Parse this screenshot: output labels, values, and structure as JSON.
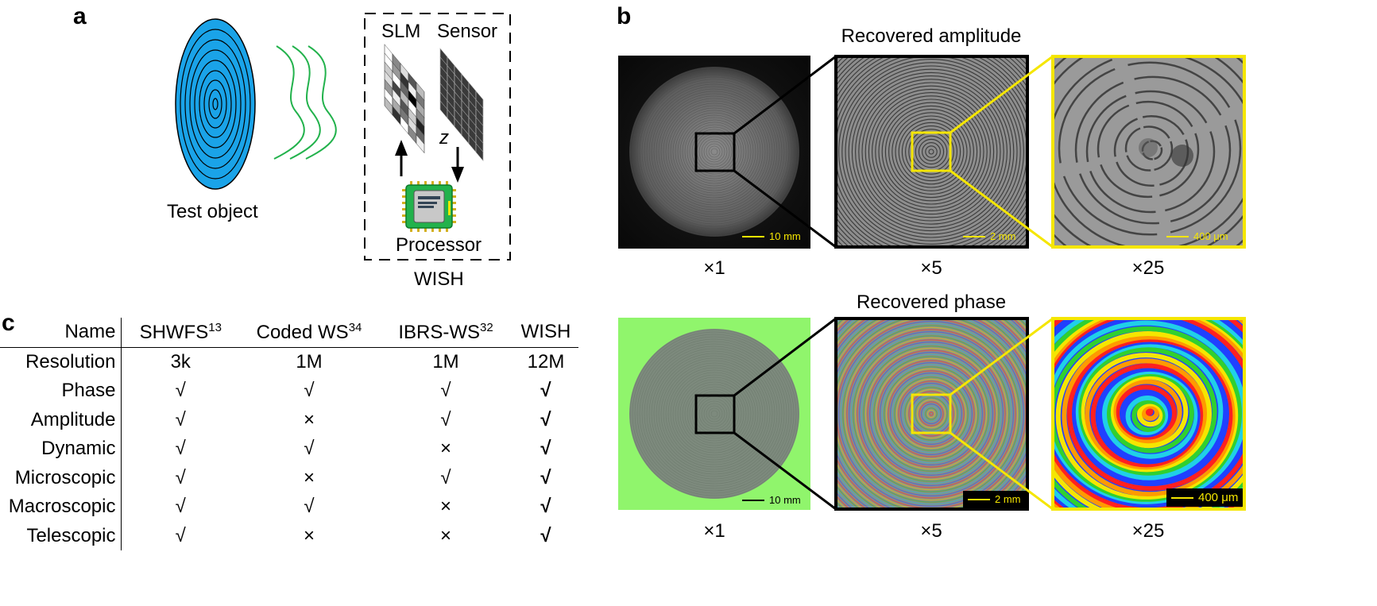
{
  "panel_a": {
    "letter": "a",
    "test_object_label": "Test object",
    "slm_label": "SLM",
    "sensor_label": "Sensor",
    "z_label": "z",
    "processor_label": "Processor",
    "wish_label": "WISH"
  },
  "panel_b": {
    "letter": "b",
    "amplitude_title": "Recovered amplitude",
    "phase_title": "Recovered phase",
    "scalebars": {
      "amp_x1": "10 mm",
      "amp_x5": "2 mm",
      "amp_x25": "400 μm",
      "ph_x1": "10 mm",
      "ph_x5": "2 mm",
      "ph_x25": "400 μm"
    },
    "magnifications": [
      "×1",
      "×5",
      "×25"
    ]
  },
  "panel_c": {
    "letter": "c",
    "headers": {
      "name": "Name",
      "col1": "SHWFS",
      "col1_ref": "13",
      "col2": "Coded WS",
      "col2_ref": "34",
      "col3": "IBRS-WS",
      "col3_ref": "32",
      "col4": "WISH"
    },
    "rows": [
      {
        "name": "Resolution",
        "v": [
          "3k",
          "1M",
          "1M",
          "12M"
        ]
      },
      {
        "name": "Phase",
        "v": [
          "√",
          "√",
          "√",
          "√"
        ]
      },
      {
        "name": "Amplitude",
        "v": [
          "√",
          "×",
          "√",
          "√"
        ]
      },
      {
        "name": "Dynamic",
        "v": [
          "√",
          "√",
          "×",
          "√"
        ]
      },
      {
        "name": "Microscopic",
        "v": [
          "√",
          "×",
          "√",
          "√"
        ]
      },
      {
        "name": "Macroscopic",
        "v": [
          "√",
          "√",
          "×",
          "√"
        ]
      },
      {
        "name": "Telescopic",
        "v": [
          "√",
          "×",
          "×",
          "√"
        ]
      }
    ]
  },
  "colors": {
    "test_object_blue": "#1aa3e8",
    "wave_green": "#22b24c",
    "highlight_yellow": "#f5e600",
    "phase_background_green": "#90f56c"
  }
}
